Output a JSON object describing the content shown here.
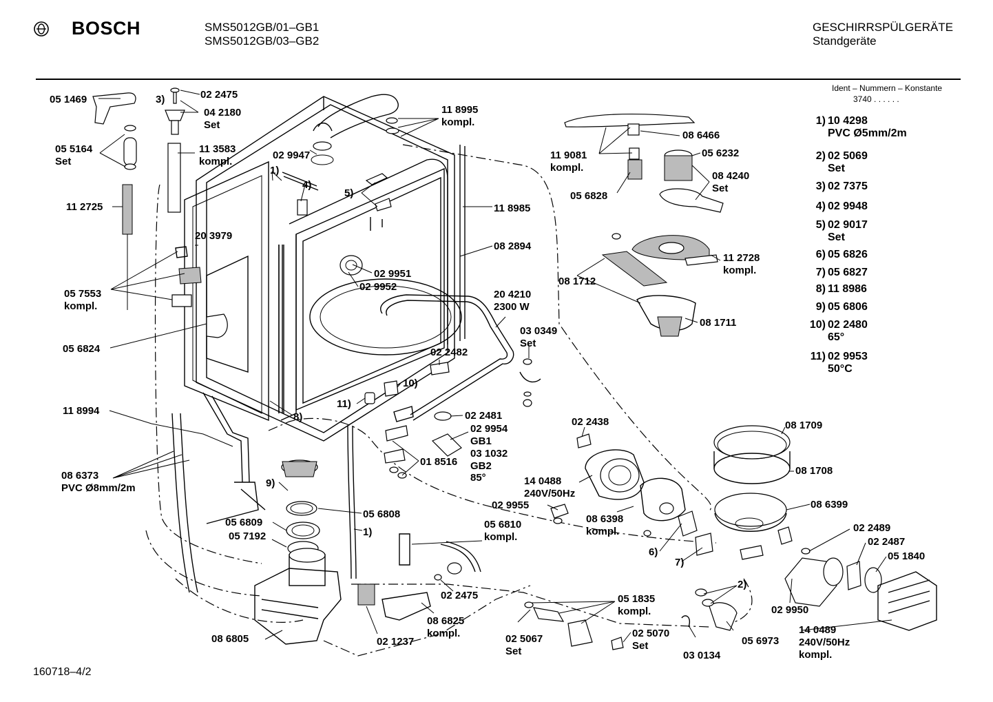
{
  "header": {
    "brand": "BOSCH",
    "models": [
      "SMS5012GB/01–GB1",
      "SMS5012GB/03–GB2"
    ],
    "category": [
      "GESCHIRRSPÜLGERÄTE",
      "Standgeräte"
    ]
  },
  "ident": {
    "title": "Ident – Nummern – Konstante",
    "code": "3740  .  .  .  .  .  ."
  },
  "footnotes": [
    {
      "n": "1)",
      "lines": [
        "10 4298",
        "PVC Ø5mm/2m"
      ]
    },
    {
      "n": "2)",
      "lines": [
        "02 5069",
        "Set"
      ]
    },
    {
      "n": "3)",
      "lines": [
        "02 7375"
      ]
    },
    {
      "n": "4)",
      "lines": [
        "02 9948"
      ]
    },
    {
      "n": "5)",
      "lines": [
        "02 9017",
        "Set"
      ]
    },
    {
      "n": "6)",
      "lines": [
        "05 6826"
      ]
    },
    {
      "n": "7)",
      "lines": [
        "05 6827"
      ]
    },
    {
      "n": "8)",
      "lines": [
        "11 8986"
      ]
    },
    {
      "n": "9)",
      "lines": [
        "05 6806"
      ]
    },
    {
      "n": "10)",
      "lines": [
        "02 2480",
        "65°"
      ]
    },
    {
      "n": "11)",
      "lines": [
        "02 9953",
        "50°C"
      ]
    }
  ],
  "callouts": [
    {
      "id": "c051469",
      "lines": [
        "05 1469"
      ]
    },
    {
      "id": "c022475a",
      "lines": [
        "02 2475"
      ]
    },
    {
      "id": "c3",
      "lines": [
        "3)"
      ]
    },
    {
      "id": "c042180",
      "lines": [
        "04 2180",
        "Set"
      ]
    },
    {
      "id": "c055164",
      "lines": [
        "05 5164",
        "Set"
      ]
    },
    {
      "id": "c113583",
      "lines": [
        "11 3583",
        "kompl."
      ]
    },
    {
      "id": "c112725",
      "lines": [
        "11 2725"
      ]
    },
    {
      "id": "c1a",
      "lines": [
        "1)"
      ]
    },
    {
      "id": "c4",
      "lines": [
        "4)"
      ]
    },
    {
      "id": "c029947",
      "lines": [
        "02 9947"
      ]
    },
    {
      "id": "c118995",
      "lines": [
        "11 8995",
        "kompl."
      ]
    },
    {
      "id": "c5",
      "lines": [
        "5)"
      ]
    },
    {
      "id": "c118985",
      "lines": [
        "11 8985"
      ]
    },
    {
      "id": "c203979",
      "lines": [
        "20 3979"
      ]
    },
    {
      "id": "c082894",
      "lines": [
        "08 2894"
      ]
    },
    {
      "id": "c029951",
      "lines": [
        "02 9951"
      ]
    },
    {
      "id": "c029952",
      "lines": [
        "02 9952"
      ]
    },
    {
      "id": "c057553",
      "lines": [
        "05 7553",
        "kompl."
      ]
    },
    {
      "id": "c204210",
      "lines": [
        "20 4210",
        "2300 W"
      ]
    },
    {
      "id": "c056824",
      "lines": [
        "05 6824"
      ]
    },
    {
      "id": "c030349",
      "lines": [
        "03 0349",
        "Set"
      ]
    },
    {
      "id": "c022482",
      "lines": [
        "02 2482"
      ]
    },
    {
      "id": "c10",
      "lines": [
        "10)"
      ]
    },
    {
      "id": "c11",
      "lines": [
        "11)"
      ]
    },
    {
      "id": "c8",
      "lines": [
        "8)"
      ]
    },
    {
      "id": "c118994",
      "lines": [
        "11 8994"
      ]
    },
    {
      "id": "c022481",
      "lines": [
        "02 2481"
      ]
    },
    {
      "id": "c029954",
      "lines": [
        "02 9954",
        "GB1"
      ]
    },
    {
      "id": "c031032",
      "lines": [
        "03 1032",
        "GB2"
      ]
    },
    {
      "id": "c85",
      "lines": [
        "85°"
      ]
    },
    {
      "id": "c018516",
      "lines": [
        "01 8516"
      ]
    },
    {
      "id": "c086373",
      "lines": [
        "08 6373",
        "PVC Ø8mm/2m"
      ]
    },
    {
      "id": "c9",
      "lines": [
        "9)"
      ]
    },
    {
      "id": "c056809",
      "lines": [
        "05 6809"
      ]
    },
    {
      "id": "c056808",
      "lines": [
        "05 6808"
      ]
    },
    {
      "id": "c057192",
      "lines": [
        "05 7192"
      ]
    },
    {
      "id": "c1b",
      "lines": [
        "1)"
      ]
    },
    {
      "id": "c056810",
      "lines": [
        "05 6810",
        "kompl."
      ]
    },
    {
      "id": "c022475b",
      "lines": [
        "02 2475"
      ]
    },
    {
      "id": "c086805",
      "lines": [
        "08 6805"
      ]
    },
    {
      "id": "c021237",
      "lines": [
        "02 1237"
      ]
    },
    {
      "id": "c086825",
      "lines": [
        "08 6825",
        "kompl."
      ]
    },
    {
      "id": "c025067",
      "lines": [
        "02 5067",
        "Set"
      ]
    },
    {
      "id": "c051835",
      "lines": [
        "05 1835",
        "kompl."
      ]
    },
    {
      "id": "c025070",
      "lines": [
        "02 5070",
        "Set"
      ]
    },
    {
      "id": "c030134",
      "lines": [
        "03 0134"
      ]
    },
    {
      "id": "c056973",
      "lines": [
        "05 6973"
      ]
    },
    {
      "id": "c2",
      "lines": [
        "2)"
      ]
    },
    {
      "id": "c029950",
      "lines": [
        "02 9950"
      ]
    },
    {
      "id": "c022489",
      "lines": [
        "02 2489"
      ]
    },
    {
      "id": "c022487",
      "lines": [
        "02 2487"
      ]
    },
    {
      "id": "c051840",
      "lines": [
        "05 1840"
      ]
    },
    {
      "id": "c140489",
      "lines": [
        "14 0489",
        "240V/50Hz",
        "kompl."
      ]
    },
    {
      "id": "c7",
      "lines": [
        "7)"
      ]
    },
    {
      "id": "c6",
      "lines": [
        "6)"
      ]
    },
    {
      "id": "c086398",
      "lines": [
        "08 6398",
        "kompl."
      ]
    },
    {
      "id": "c029955",
      "lines": [
        "02 9955"
      ]
    },
    {
      "id": "c140488",
      "lines": [
        "14 0488",
        "240V/50Hz"
      ]
    },
    {
      "id": "c022438",
      "lines": [
        "02 2438"
      ]
    },
    {
      "id": "c081709",
      "lines": [
        "08 1709"
      ]
    },
    {
      "id": "c081708",
      "lines": [
        "08 1708"
      ]
    },
    {
      "id": "c086399",
      "lines": [
        "08 6399"
      ]
    },
    {
      "id": "c119081",
      "lines": [
        "11 9081",
        "kompl."
      ]
    },
    {
      "id": "c086466",
      "lines": [
        "08 6466"
      ]
    },
    {
      "id": "c056232",
      "lines": [
        "05 6232"
      ]
    },
    {
      "id": "c084240",
      "lines": [
        "08 4240",
        "Set"
      ]
    },
    {
      "id": "c056828",
      "lines": [
        "05 6828"
      ]
    },
    {
      "id": "c112728",
      "lines": [
        "11 2728",
        "kompl."
      ]
    },
    {
      "id": "c081712",
      "lines": [
        "08 1712"
      ]
    },
    {
      "id": "c081711",
      "lines": [
        "08 1711"
      ]
    }
  ],
  "footer": "160718–4/2"
}
